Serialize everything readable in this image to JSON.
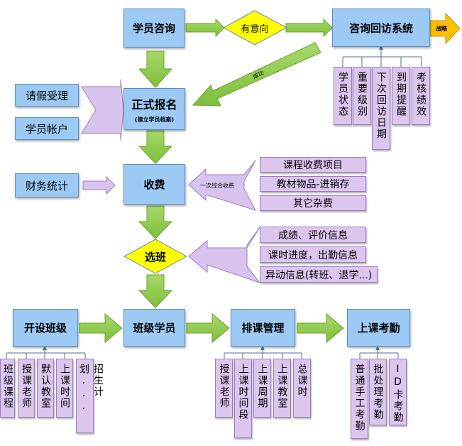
{
  "main": {
    "consult": "学员咨询",
    "intent": "有意向",
    "followup": "咨询回访系统",
    "strategy": "战略",
    "enroll": "正式报名",
    "enroll_sub": "(建立学员档案)",
    "fee": "收费",
    "select_class": "选班",
    "open_class": "开设班级",
    "class_students": "班级学员",
    "schedule": "排课管理",
    "attendance": "上课考勤"
  },
  "side": {
    "leave": "请假受理",
    "account": "学员帐户",
    "finance": "财务统计"
  },
  "labels": {
    "success": "成功",
    "one_time_fee": "一次综合收费"
  },
  "followup_items": [
    "学员状态",
    "重要级别",
    "下次回访日期",
    "到期提醒",
    "考核绩效"
  ],
  "fee_items": [
    "课程收费项目",
    "教材物品-进销存",
    "其它杂费"
  ],
  "select_items": [
    "成绩、评价信息",
    "课时进度，出勤信息",
    "异动信息(转班、退学...)"
  ],
  "open_class_items": [
    "班级课程",
    "授课老师",
    "默认教室",
    "上课时间",
    "招生计划..."
  ],
  "schedule_items": [
    "授课老师",
    "上课时间段",
    "上课周期",
    "上课教室",
    "总课时"
  ],
  "attendance_items": [
    "普通手工考勤",
    "批处理考勤",
    "ID卡考勤"
  ],
  "colors": {
    "main_box": "#9ccaf5",
    "sub_box": "#dcc6ee",
    "green_arrow": "#92d050",
    "purple_arrow": "#d8c3ee",
    "diamond": "#ffff00",
    "orange_arrow": "#ffc000"
  }
}
